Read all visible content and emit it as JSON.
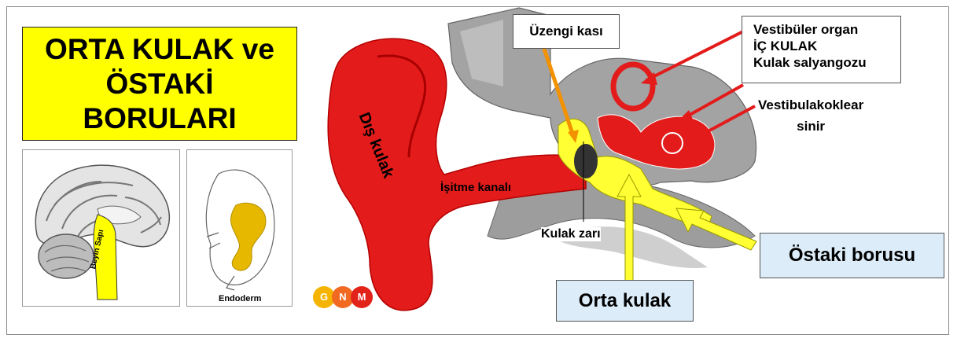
{
  "title": "ORTA KULAK ve\nÖSTAKİ\nBORULARI",
  "brain_panel": {
    "label": "Beyin Sapı"
  },
  "embryo_panel": {
    "label": "Endoderm"
  },
  "logo": {
    "letters": [
      "G",
      "N",
      "M"
    ],
    "colors": [
      "#f5b400",
      "#f26a21",
      "#e2231a"
    ]
  },
  "diagram": {
    "labels": {
      "stapedius": "Üzengi kası",
      "inner_ear": "Vestibüler organ\nİÇ KULAK\nKulak salyangozu",
      "nerve": "Vestibulakoklear\nsinir",
      "outer_ear": "Dış kulak",
      "ear_canal": "İşitme kanalı",
      "eardrum": "Kulak zarı",
      "eustachian": "Östaki borusu",
      "middle_ear": "Orta kulak"
    },
    "colors": {
      "red": "#e31b1b",
      "yellow": "#ffff33",
      "orange": "#f39200",
      "gray": "#9d9d9d",
      "lightgray": "#cfcfcf"
    }
  }
}
